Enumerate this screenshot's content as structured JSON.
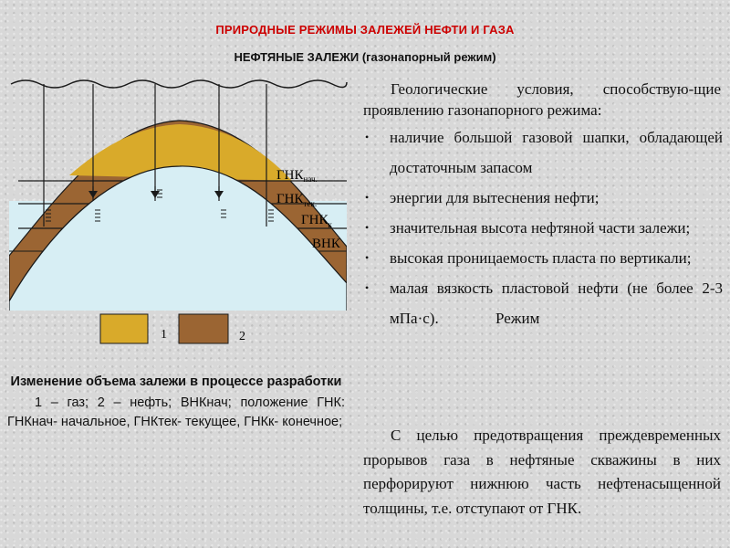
{
  "slide": {
    "title": "ПРИРОДНЫЕ РЕЖИМЫ ЗАЛЕЖЕЙ НЕФТИ И ГАЗА",
    "subtitle_main": "НЕФТЯНЫЕ ЗАЛЕЖИ",
    "subtitle_note": "(газонапорный режим)"
  },
  "diagram": {
    "labels": {
      "gnk_initial_main": "ГНК",
      "gnk_initial_sub": "нач.",
      "gnk_current_main": "ГНК",
      "gnk_current_sub": "тек.",
      "gnk_final_main": "ГНК",
      "gnk_final_sub": "к",
      "vnk": "ВНК"
    },
    "legend": [
      {
        "number": "1",
        "color": "#d9aa2a"
      },
      {
        "number": "2",
        "color": "#9b6533"
      }
    ],
    "colors": {
      "gas": "#d9aa2a",
      "oil": "#9b6533",
      "water": "#d7eef4",
      "outline": "#1a1a1a"
    }
  },
  "caption": {
    "title": "Изменение объема залежи в процессе разработки",
    "body": "1 – газ; 2 – нефть; ВНКнач; положение ГНК: ГНКнач- начальное, ГНКтек- текущее, ГНКк- конечное;"
  },
  "right": {
    "intro": "Геологические условия, способствую-щие проявлению газонапорного режима:",
    "conditions": [
      "наличие большой газовой шапки, обладающей достаточным запасом",
      "энергии для вытеснения нефти;",
      "значительная высота нефтяной части залежи;",
      "высокая проницаемость пласта по вертикали;",
      "малая вязкость пластовой нефти (не более 2-3 мПа·с)."
    ],
    "overlay_label": "Режим",
    "conclusion": "С целью предотвращения преждевременных прорывов газа в нефтяные скважины в них перфорируют нижнюю часть нефтенасыщенной толщины, т.е. отступают от ГНК."
  }
}
